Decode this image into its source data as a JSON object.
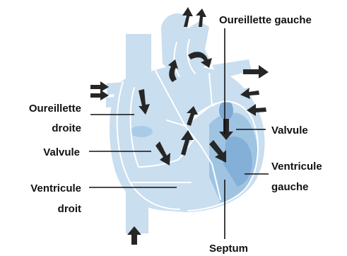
{
  "labels": {
    "left_atrium": "Oureillette gauche",
    "right_atrium_line1": "Oureillette",
    "right_atrium_line2": "droite",
    "valve_right": "Valvule",
    "valve_left": "Valvule",
    "right_ventricle_line1": "Ventricule",
    "right_ventricle_line2": "droit",
    "left_ventricle_line1": "Ventricule",
    "left_ventricle_line2": "gauche",
    "septum": "Septum"
  },
  "colors": {
    "heart_light": "#c9deef",
    "heart_mid": "#b3cfe6",
    "heart_dark": "#8fb7da",
    "outline": "#ffffff",
    "arrow": "#262626",
    "leader_line": "#111111"
  }
}
